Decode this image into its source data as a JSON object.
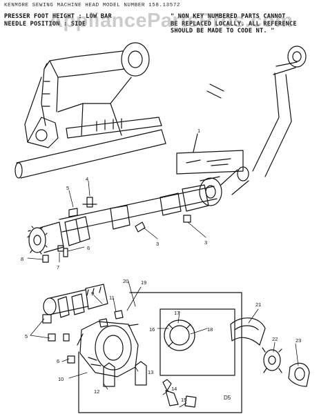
{
  "header": {
    "title": "KENMORE SEWING MACHINE HEAD  MODEL NUMBER 158.13572"
  },
  "notes": {
    "left_line1": "PRESSER FOOT HEIGHT : LOW BAR",
    "left_line2": "NEEDLE POSITION : SIDE",
    "right_line1": "\" NON KEY NUMBERED PARTS CANNOT",
    "right_line2": "BE REPLACED LOCALLY. ALL REFERENCE",
    "right_line3": "SHOULD BE MADE TO CODE NT. \""
  },
  "watermark": "AppliancePartsPros.com",
  "callouts": [
    "1",
    "3",
    "3",
    "4",
    "5",
    "6",
    "7",
    "8",
    "9",
    "10",
    "11",
    "12",
    "13",
    "14",
    "15",
    "16",
    "17",
    "18",
    "19",
    "20",
    "21",
    "22",
    "23",
    "5",
    "6"
  ],
  "page_code": "D5"
}
